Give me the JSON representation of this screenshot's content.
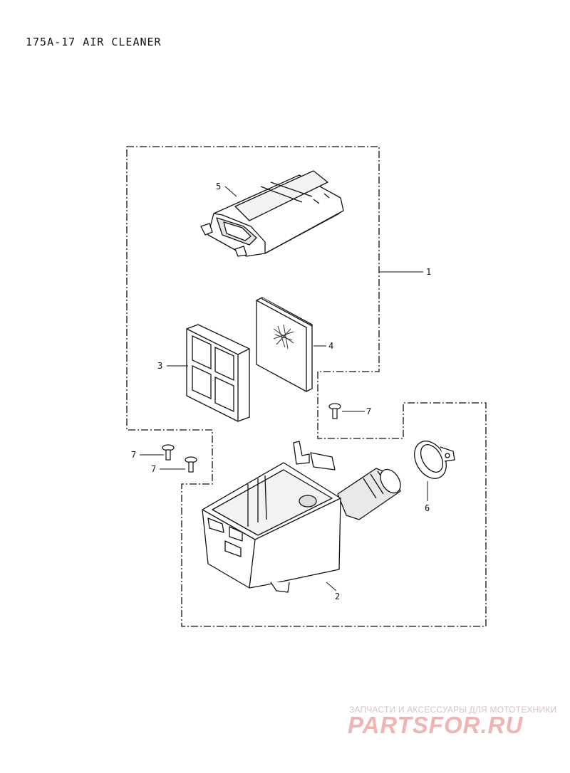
{
  "page": {
    "title": "175A-17 AIR CLEANER"
  },
  "callouts": {
    "c1": "1",
    "c2": "2",
    "c3": "3",
    "c4": "4",
    "c5": "5",
    "c6": "6",
    "c7a": "7",
    "c7b": "7",
    "c7c": "7"
  },
  "watermark": {
    "tagline": "ЗАПЧАСТИ И АКСЕССУАРЫ ДЛЯ МОТОТЕХНИКИ",
    "brand": "PARTSFOR.RU"
  }
}
